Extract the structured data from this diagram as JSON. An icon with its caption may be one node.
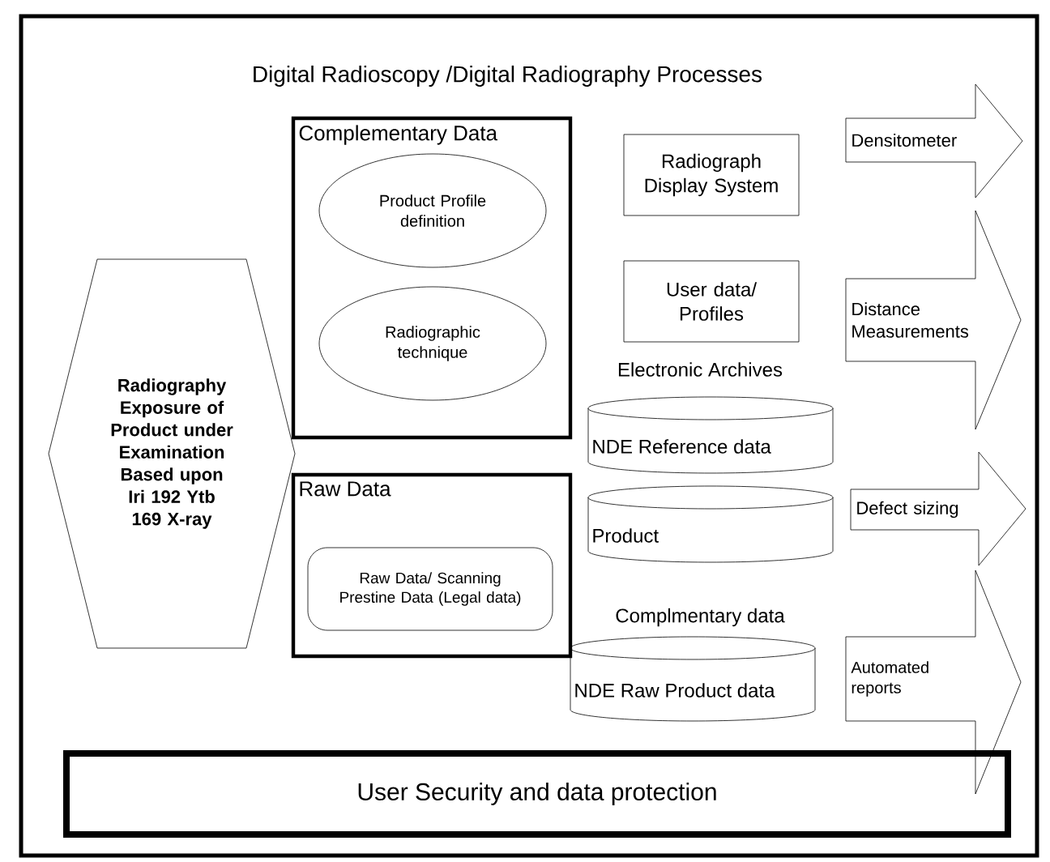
{
  "diagram": {
    "title": "Digital Radioscopy /Digital Radiography Processes",
    "nodes": [
      {
        "text": [
          "Radiography Exposure of Product under Examination Based upon Iri 192 Ytb 169 X-ray"
        ]
      },
      {
        "text": [
          "Complementary Data"
        ]
      },
      {
        "text": [
          "Product Profile definition"
        ],
        "in": 1
      },
      {
        "text": [
          "Radiographic technique"
        ],
        "in": 1
      },
      {
        "text": [
          "Raw Data"
        ]
      },
      {
        "text": [
          "Raw Data/ Scanning Prestine Data (Legal data)"
        ],
        "in": 4
      },
      {
        "text": [
          "Radiograph Display System"
        ]
      },
      {
        "text": [
          "User data/ Profiles"
        ]
      },
      {
        "text": [
          "NDE Reference data"
        ]
      },
      {
        "text": [
          "Product"
        ]
      },
      {
        "text": [
          "NDE Raw Product data"
        ]
      },
      {
        "text": [
          "Densitometer"
        ]
      },
      {
        "text": [
          "Distance Measurements"
        ]
      },
      {
        "text": [
          "Defect sizing"
        ]
      },
      {
        "text": [
          "Automated reports"
        ]
      },
      {
        "text": [
          "User Security and data protection"
        ]
      }
    ],
    "labels": [
      "Electronic Archives",
      "Complmentary data"
    ]
  }
}
